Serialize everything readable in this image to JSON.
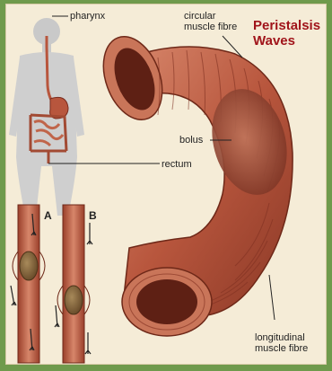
{
  "title": {
    "line1": "Peristalsis",
    "line2": "Waves"
  },
  "labels": {
    "pharynx": "pharynx",
    "circular_line1": "circular",
    "circular_line2": "muscle fibre",
    "bolus": "bolus",
    "rectum": "rectum",
    "longitudinal_line1": "longitudinal",
    "longitudinal_line2": "muscle fibre"
  },
  "panels": {
    "a": "A",
    "b": "B"
  },
  "colors": {
    "frame": "#6f9a4c",
    "background": "#f5ecd7",
    "muscle": "#b8563d",
    "muscle_dark": "#7a2c1e",
    "title": "#a0141a",
    "silhouette": "#c9c9c9"
  }
}
